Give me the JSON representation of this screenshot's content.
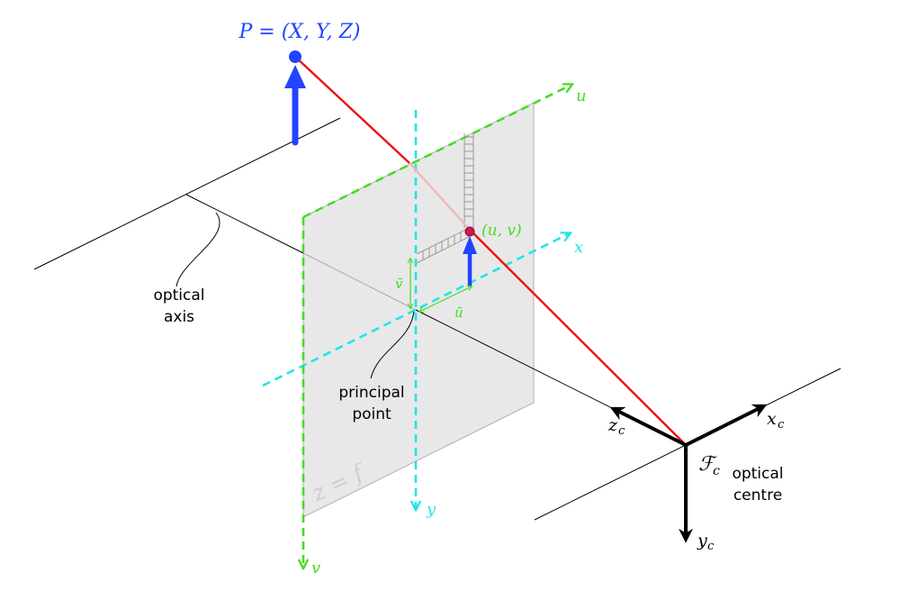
{
  "labels": {
    "point_p": "P = (X, Y, Z)",
    "u_axis": "u",
    "v_axis": "v",
    "x_axis": "x",
    "y_axis": "y",
    "uv_point": "(u, v)",
    "u_bar": "ū",
    "v_bar": "v̄",
    "plane": "z = f",
    "zc": "z",
    "xc": "x",
    "yc": "y",
    "c_sub": "c",
    "frame": "ℱ",
    "optical_axis_1": "optical",
    "optical_axis_2": "axis",
    "principal_1": "principal",
    "principal_2": "point",
    "centre_1": "optical",
    "centre_2": "centre"
  },
  "colors": {
    "point_blue": "#2244ff",
    "ray_red": "#ee1111",
    "image_green": "#44dd22",
    "camera_cyan": "#22e5e5",
    "plane_fill": "#e8e8e8",
    "plane_edge": "#b0b0b0",
    "frame_black": "#000000"
  }
}
